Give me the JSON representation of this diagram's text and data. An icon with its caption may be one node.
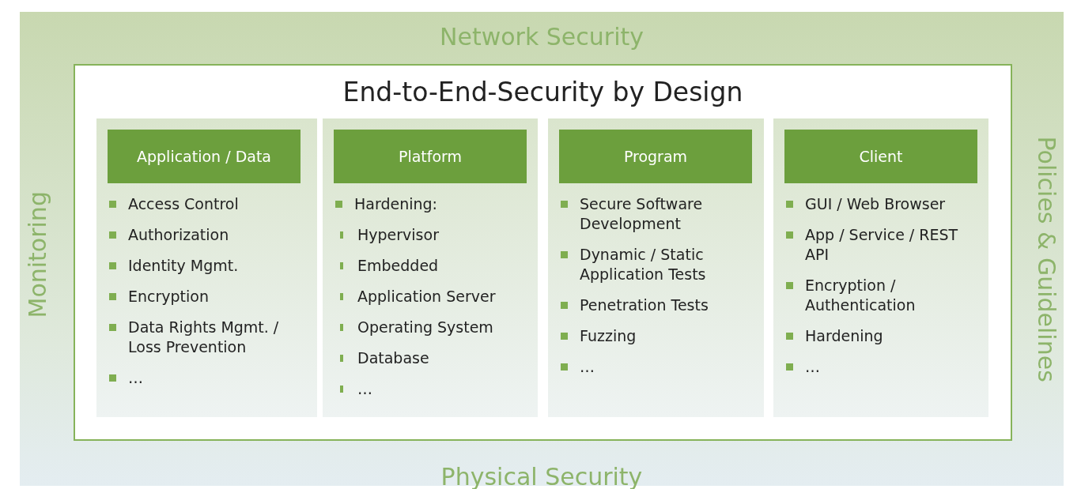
{
  "diagram": {
    "nodes": [
      {
        "text": [
          "Network Security",
          "Monitoring",
          "Policies & Guidelines",
          "Physical Security"
        ]
      },
      {
        "text": [
          "End-to-End-Security by Design"
        ],
        "in": 0
      },
      {
        "text": [
          "Access Control",
          "Authorization",
          "Identity Mgmt.",
          "Encryption",
          "Data Rights Mgmt. / Loss Prevention",
          "…"
        ],
        "in": 1
      },
      {
        "text": [
          "Application / Data"
        ],
        "in": 2
      },
      {
        "text": [
          "Hardening:",
          "Hypervisor",
          "Embedded",
          "Application Server",
          "Operating System",
          "Database",
          "…"
        ],
        "in": 1
      },
      {
        "text": [
          "Platform"
        ],
        "in": 4
      },
      {
        "text": [
          "Secure Software Development",
          "Dynamic / Static Application Tests",
          "Penetration Tests",
          "Fuzzing",
          "…"
        ],
        "in": 1
      },
      {
        "text": [
          "Program"
        ],
        "in": 6
      },
      {
        "text": [
          "GUI / Web Browser",
          "App / Service / REST API",
          "Encryption / Authentication",
          "Hardening",
          "…"
        ],
        "in": 1
      },
      {
        "text": [
          "Client"
        ],
        "in": 8
      }
    ]
  }
}
